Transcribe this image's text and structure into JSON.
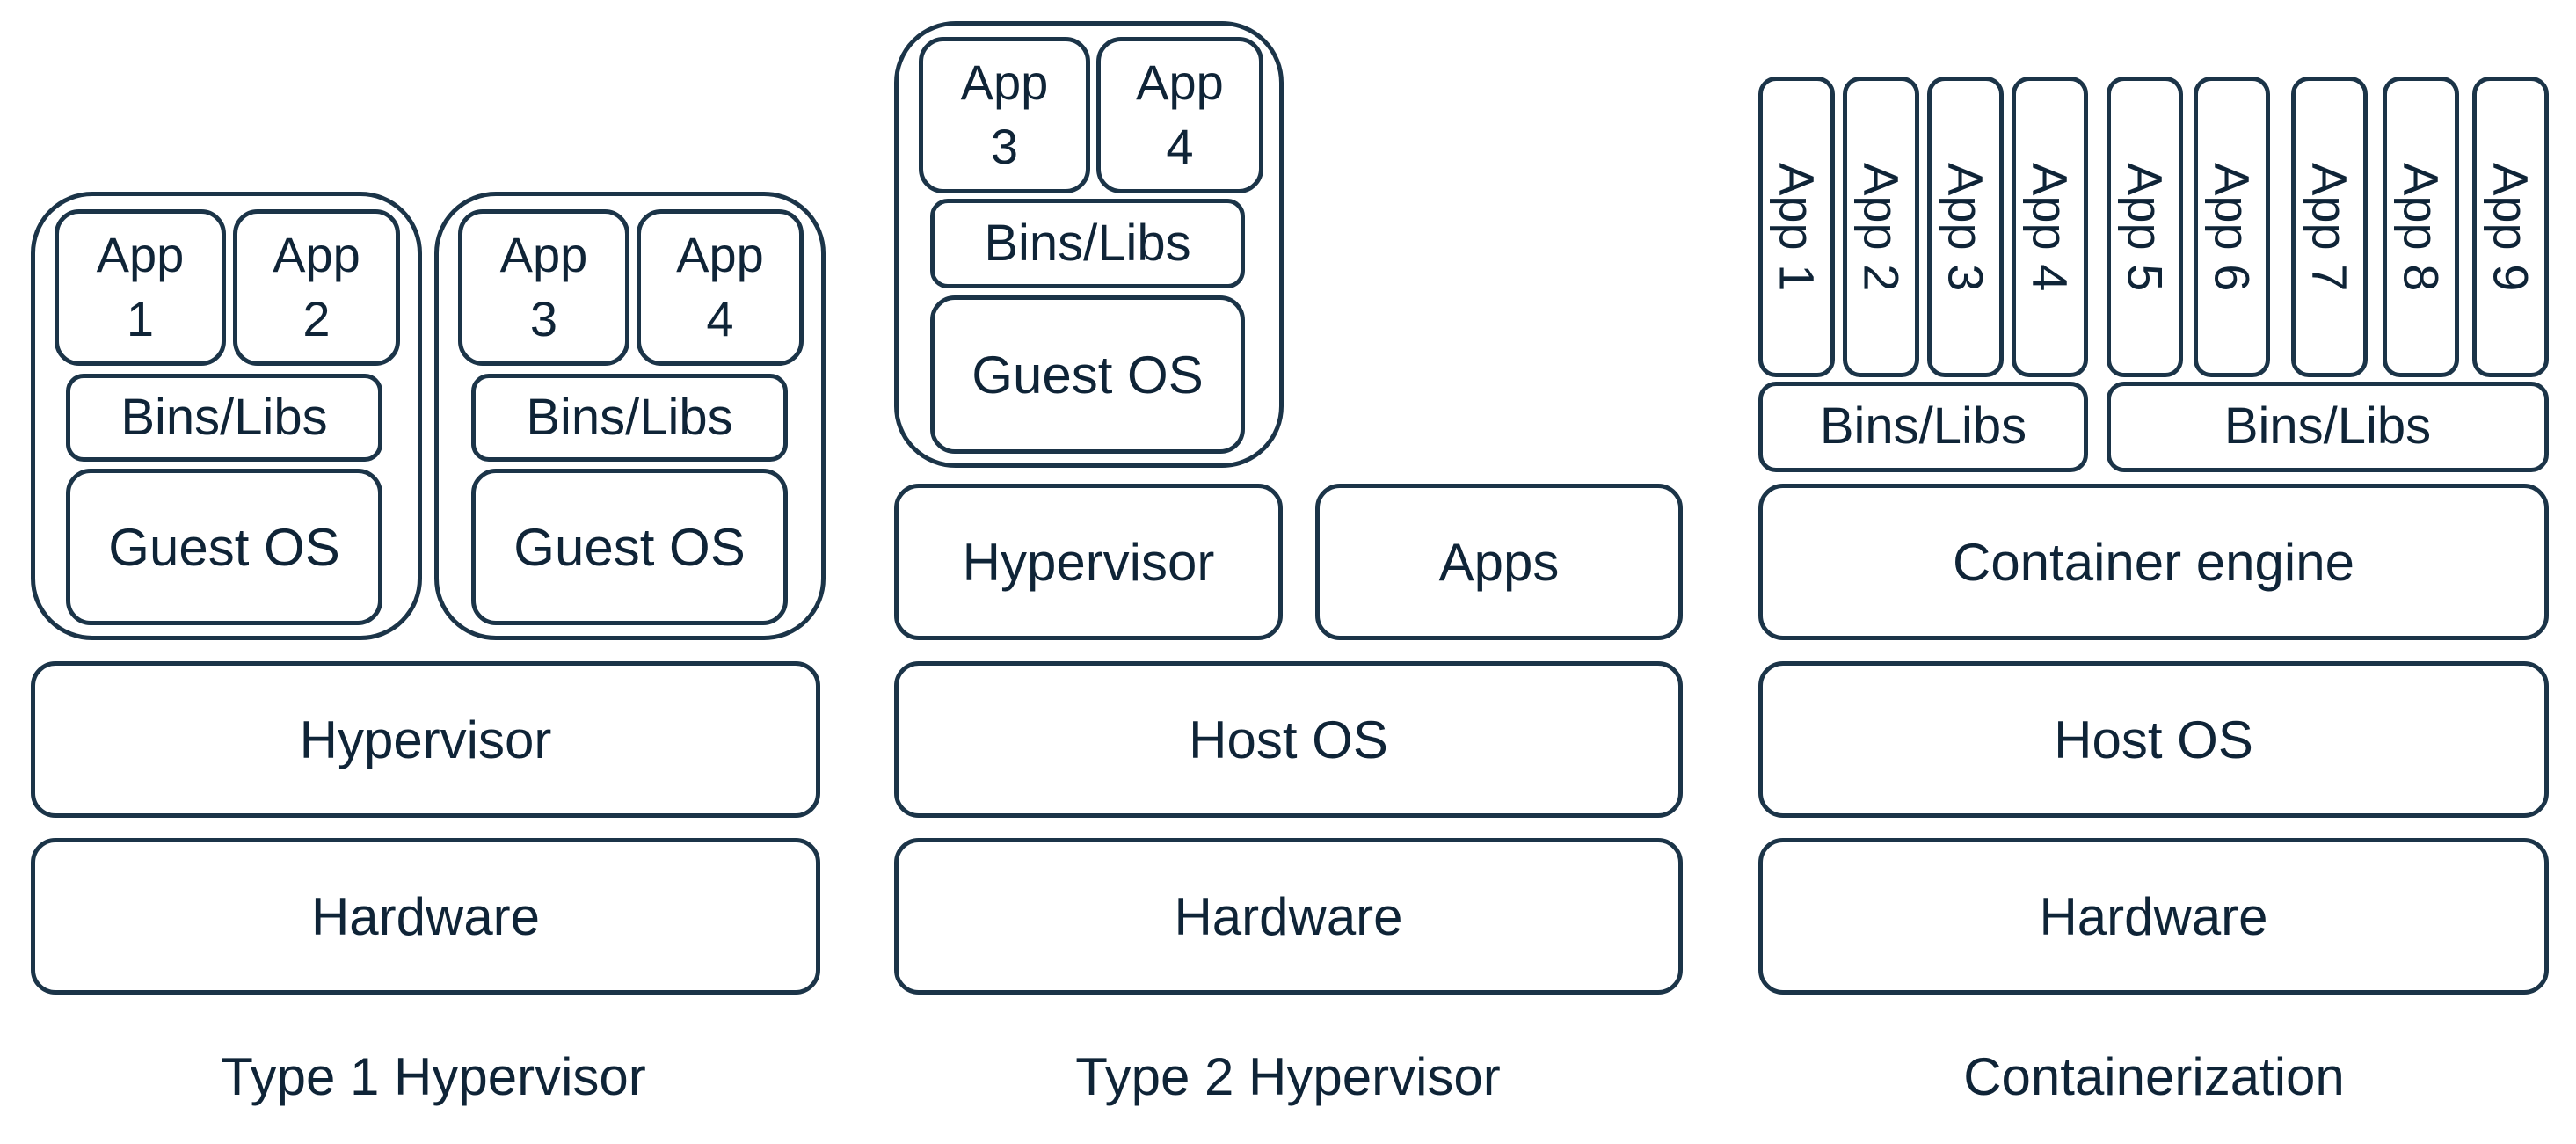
{
  "type1": {
    "title": "Type 1 Hypervisor",
    "vm1": {
      "app_a": [
        "App",
        "1"
      ],
      "app_b": [
        "App",
        "2"
      ],
      "bins": "Bins/Libs",
      "guest_os": "Guest OS"
    },
    "vm2": {
      "app_a": [
        "App",
        "3"
      ],
      "app_b": [
        "App",
        "4"
      ],
      "bins": "Bins/Libs",
      "guest_os": "Guest OS"
    },
    "hypervisor": "Hypervisor",
    "hardware": "Hardware"
  },
  "type2": {
    "title": "Type 2 Hypervisor",
    "vm": {
      "app_a": [
        "App",
        "3"
      ],
      "app_b": [
        "App",
        "4"
      ],
      "bins": "Bins/Libs",
      "guest_os": "Guest OS"
    },
    "hypervisor": "Hypervisor",
    "apps": "Apps",
    "host_os": "Host OS",
    "hardware": "Hardware"
  },
  "containerization": {
    "title": "Containerization",
    "apps": [
      "App 1",
      "App 2",
      "App 3",
      "App 4",
      "App 5",
      "App 6",
      "App 7",
      "App 8",
      "App 9"
    ],
    "bins_left": "Bins/Libs",
    "bins_right": "Bins/Libs",
    "engine": "Container engine",
    "host_os": "Host OS",
    "hardware": "Hardware"
  }
}
